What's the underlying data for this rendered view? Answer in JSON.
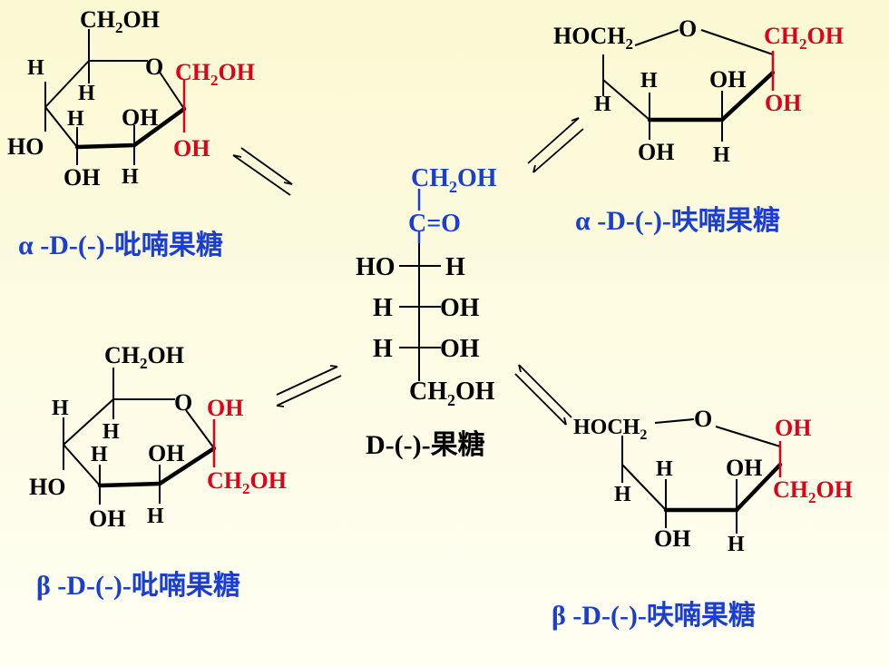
{
  "colors": {
    "substituent_red": "#e0001a",
    "open_chain_blue": "#1a3fd0",
    "caption_blue": "#1a3fd0"
  },
  "labels": {
    "ch2oh": "CH",
    "sub2": "2",
    "oh": "OH",
    "o": "O",
    "h": "H",
    "ho": "HO",
    "hoch": "HOCH",
    "carbonyl": "C=O",
    "oh_tail": "OH"
  },
  "captions": {
    "alpha_pyranose": "α  -D-(-)-吡喃果糖",
    "beta_pyranose": "β -D-(-)-吡喃果糖",
    "alpha_furanose": "α  -D-(-)-呋喃果糖",
    "beta_furanose": "β -D-(-)-呋喃果糖",
    "open_chain": "D-(-)-果糖"
  }
}
